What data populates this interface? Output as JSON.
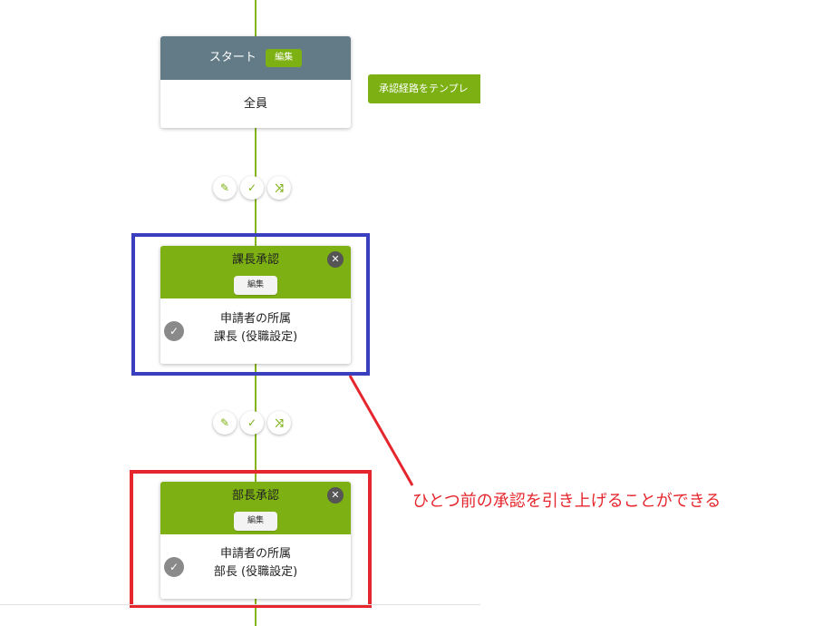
{
  "start_card": {
    "title": "スタート",
    "edit_label": "編集",
    "body_text": "全員"
  },
  "template_button": {
    "label": "承認経路をテンプレ"
  },
  "connectors": {
    "edit_icon": "✎",
    "check_icon": "✓",
    "shuffle_icon": "⤨"
  },
  "step1": {
    "title": "課長承認",
    "edit_label": "編集",
    "close_icon": "✕",
    "check_icon": "✓",
    "line1": "申請者の所属",
    "line2": "課長 (役職設定)"
  },
  "step2": {
    "title": "部長承認",
    "edit_label": "編集",
    "close_icon": "✕",
    "check_icon": "✓",
    "line1": "申請者の所属",
    "line2": "部長 (役職設定)"
  },
  "annotation": {
    "text": "ひとつ前の承認を引き上げることができる",
    "color": "#e5262d"
  },
  "colors": {
    "accent_green": "#7db113",
    "header_gray": "#627b87",
    "highlight_blue": "#3a3fbf",
    "highlight_red": "#e5262d"
  }
}
